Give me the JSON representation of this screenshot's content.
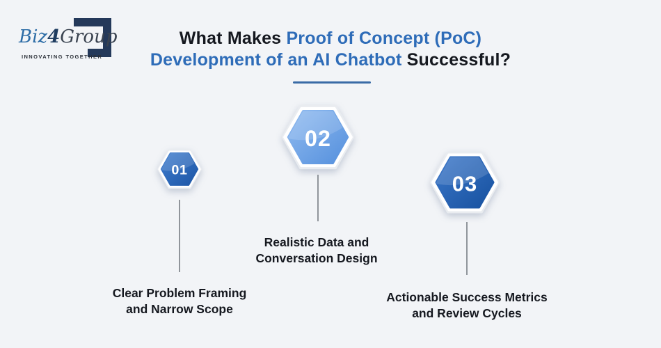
{
  "background_color": "#f2f4f7",
  "logo": {
    "brand_biz": "Biz",
    "brand_4": "4",
    "brand_group": "Group",
    "tagline": "INNOVATING TOGETHER",
    "bracket_color": "#24395a"
  },
  "title": {
    "line1_dark": "What Makes ",
    "line1_blue": "Proof of Concept (PoC)",
    "line2_blue": "Development of an AI Chatbot",
    "line2_dark": " Successful?",
    "dark_color": "#15181f",
    "accent_color": "#2e6cb8",
    "underline_color": "#3a6ba6"
  },
  "steps": [
    {
      "number": "01",
      "label_line1": "Clear Problem Framing",
      "label_line2": "and Narrow Scope",
      "hex_gradient_start": "#3f7dce",
      "hex_gradient_end": "#1d56a6"
    },
    {
      "number": "02",
      "label_line1": "Realistic Data and",
      "label_line2": "Conversation Design",
      "hex_gradient_start": "#90bbf0",
      "hex_gradient_end": "#5590dd"
    },
    {
      "number": "03",
      "label_line1": "Actionable Success Metrics",
      "label_line2": "and Review Cycles",
      "hex_gradient_start": "#3b77c9",
      "hex_gradient_end": "#17519f"
    }
  ]
}
